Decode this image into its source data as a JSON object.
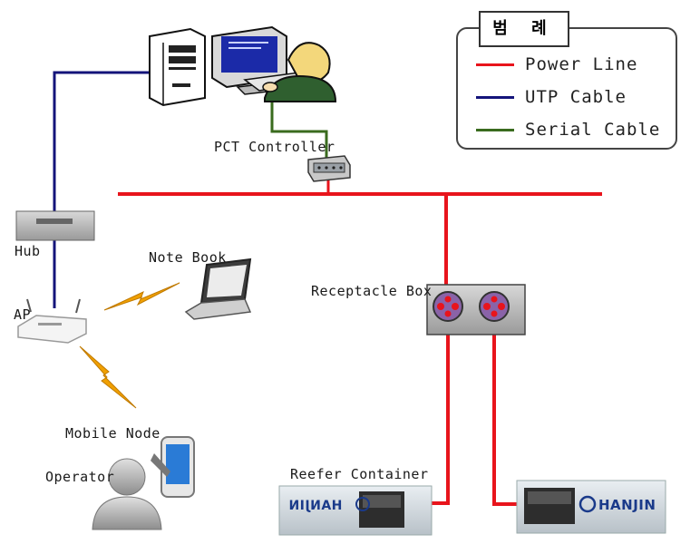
{
  "legend": {
    "title": "범 례",
    "items": [
      {
        "label": "Power Line",
        "color": "#e8141c"
      },
      {
        "label": "UTP Cable",
        "color": "#14147a"
      },
      {
        "label": "Serial Cable",
        "color": "#3a6b1e"
      }
    ]
  },
  "nodes": {
    "pct_controller": "PCT Controller",
    "hub": "Hub",
    "ap": "AP",
    "notebook": "Note Book",
    "receptacle_box": "Receptacle Box",
    "mobile_node": "Mobile Node",
    "operator": "Operator",
    "reefer_container": "Reefer Container"
  },
  "brand": {
    "left_logo": "HANJIN",
    "right_logo": "HANJIN"
  },
  "colors": {
    "power": "#e8141c",
    "utp": "#14147a",
    "serial": "#3a6b1e",
    "wireless": "#f0a000"
  }
}
